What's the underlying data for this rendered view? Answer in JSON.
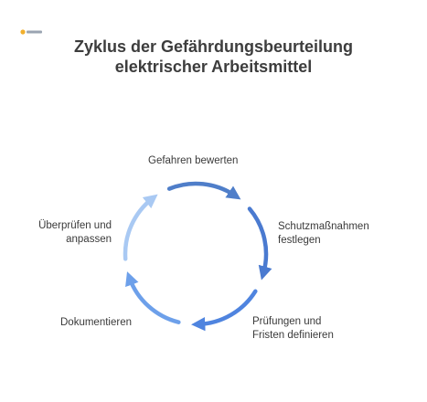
{
  "header": {
    "title_lines": [
      "Zyklus der Gefährdungsbeurteilung",
      "elektrischer Arbeitsmittel"
    ]
  },
  "logo": {
    "name": "logo-mark"
  },
  "cycle": {
    "steps": [
      {
        "lines": [
          "Gefahren bewerten"
        ],
        "color": "#4f7ec9"
      },
      {
        "lines": [
          "Schutzmaßnahmen",
          "festlegen"
        ],
        "color": "#4a7ad0"
      },
      {
        "lines": [
          "Prüfungen und",
          "Fristen definieren"
        ],
        "color": "#4f84df"
      },
      {
        "lines": [
          "Dokumentieren"
        ],
        "color": "#6da0ea"
      },
      {
        "lines": [
          "Überprüfen und",
          "anpassen"
        ],
        "color": "#a9c9f3"
      }
    ]
  }
}
